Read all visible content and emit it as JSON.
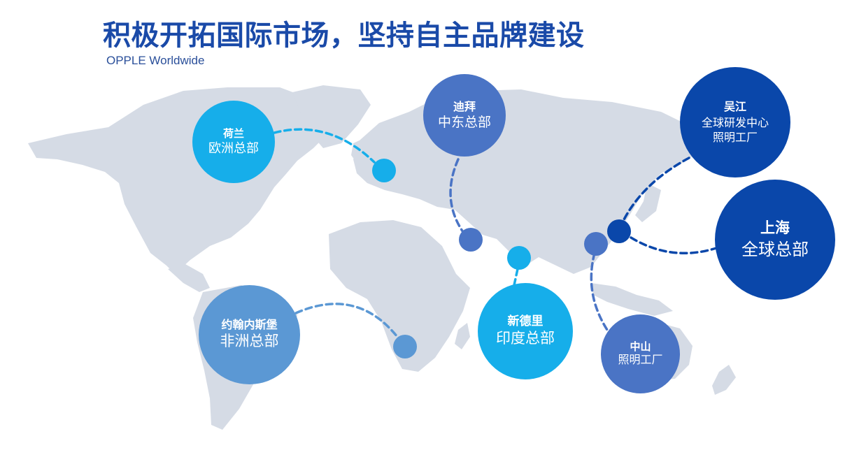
{
  "header": {
    "title": "积极开拓国际市场，坚持自主品牌建设",
    "subtitle": "OPPLE Worldwide"
  },
  "colors": {
    "land": "#d5dbe5",
    "cyan": "#16aeea",
    "royal": "#4a74c5",
    "navy": "#0a47aa",
    "steel": "#5b98d4"
  },
  "hubs": {
    "netherlands": {
      "city": "荷兰",
      "role": "欧洲总部"
    },
    "dubai": {
      "city": "迪拜",
      "role": "中东总部"
    },
    "wujiang": {
      "city": "吴江",
      "role_line1": "全球研发中心",
      "role_line2": "照明工厂"
    },
    "shanghai": {
      "city": "上海",
      "role": "全球总部"
    },
    "johannesburg": {
      "city": "约翰内斯堡",
      "role": "非洲总部"
    },
    "new_delhi": {
      "city": "新德里",
      "role": "印度总部"
    },
    "zhongshan": {
      "city": "中山",
      "role": "照明工厂"
    }
  }
}
